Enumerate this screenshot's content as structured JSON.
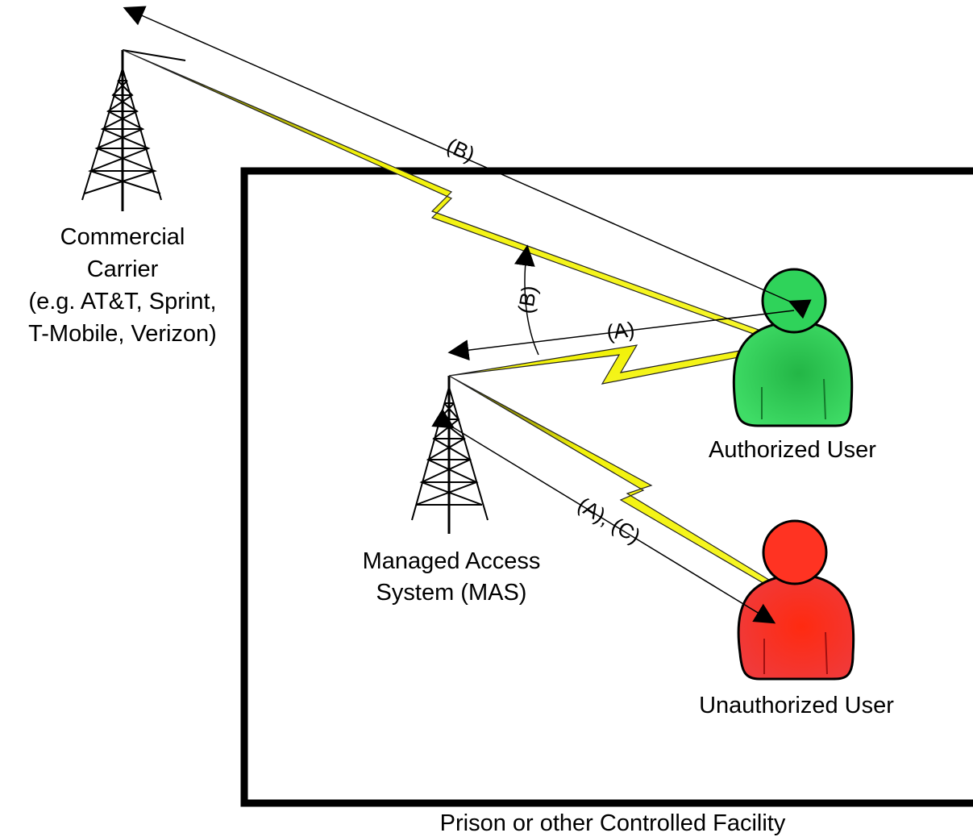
{
  "facility": {
    "caption": "Prison or other Controlled Facility"
  },
  "carrier": {
    "line1": "Commercial",
    "line2": "Carrier",
    "line3": "(e.g. AT&T, Sprint,",
    "line4": "T-Mobile, Verizon)"
  },
  "mas": {
    "line1": "Managed Access",
    "line2": "System (MAS)"
  },
  "authorized_user": {
    "label": "Authorized User",
    "color": "#2ecc52"
  },
  "unauthorized_user": {
    "label": "Unauthorized User",
    "color": "#ff2a1a"
  },
  "paths": {
    "b_top": "(B)",
    "b_arc": "(B)",
    "a_mid": "(A)",
    "ac_low": "(A), (C)"
  },
  "colors": {
    "signal": "#f2f20a",
    "signal_dark": "#6b6b00"
  }
}
